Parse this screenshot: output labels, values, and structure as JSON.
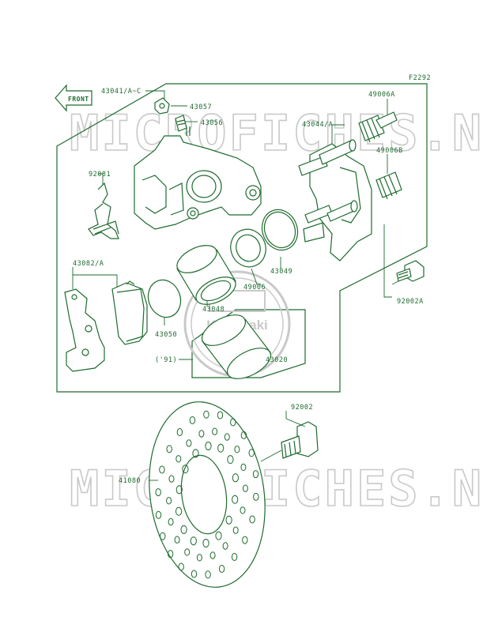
{
  "figure_code": "F2292",
  "front_label": "FRONT",
  "watermark_text": "MICROFICHES.NET",
  "logo_text": "Kawasaki",
  "colors": {
    "ink": "#1e6b2e",
    "watermark": "#c9c9c9",
    "background": "#ffffff"
  },
  "parts": {
    "p43041": "43041/A~C",
    "p43057": "43057",
    "p43056": "43056",
    "p92081": "92081",
    "p43044": "43044/A",
    "p49006a": "49006A",
    "p49006b": "49006B",
    "p43049": "43049",
    "p49006": "49006",
    "p43082": "43082/A",
    "p43048": "43048",
    "p43050": "43050",
    "p92002a": "92002A",
    "p43020": "43020",
    "p92002": "92002",
    "p41080": "41080"
  },
  "variant_note": "('91)"
}
